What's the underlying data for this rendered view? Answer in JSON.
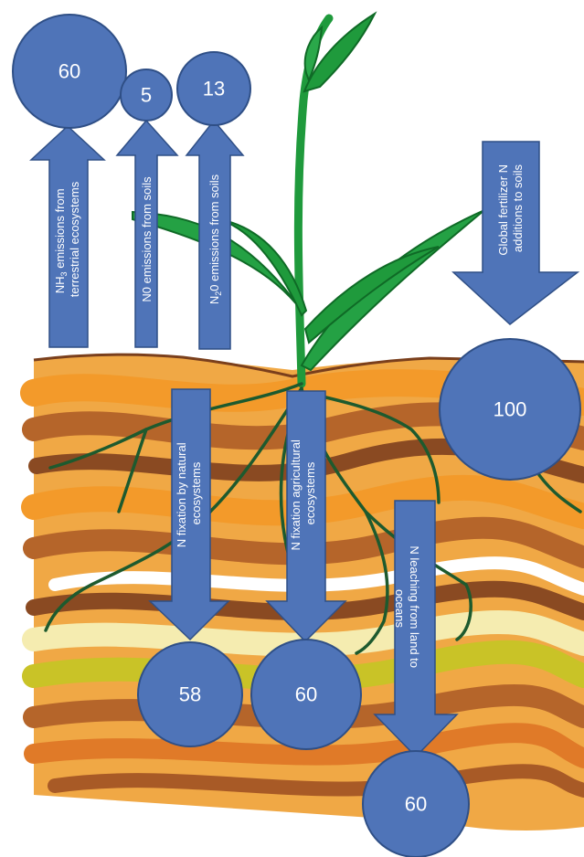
{
  "colors": {
    "shape_fill": "#4f74b8",
    "shape_stroke": "#2f4f86",
    "plant": "#1f9a3c",
    "plant_dark": "#0f6a26",
    "root": "#1d5a2e",
    "soil_brown": "#b5652a",
    "soil_orange": "#f39a2a",
    "soil_dark": "#8a4a22",
    "soil_yellow": "#c9c327",
    "soil_cream": "#f5ecb0"
  },
  "circles": {
    "nh3": "60",
    "no": "5",
    "n2o": "13",
    "fertilizer": "100",
    "natural_fixation": "58",
    "agricultural_fixation": "60",
    "leaching": "60"
  },
  "arrows": {
    "nh3_line1": "NH",
    "nh3_sub": "3",
    "nh3_line1_rest": " emissions from",
    "nh3_line2": "terrestrial ecosystems",
    "no_line1": "N0 emissions from soils",
    "n2o_prefix": "N",
    "n2o_sub": "2",
    "n2o_rest": "0 emissions from soils",
    "fertilizer_line1": "Global fertilizer N",
    "fertilizer_line2": "additions to soils",
    "natural_line1": "N fixation by natural",
    "natural_line2": "ecosystems",
    "agricultural_line1": "N fixation  agricultural",
    "agricultural_line2": "ecosystems",
    "leaching_line1": "N leaching from land to",
    "leaching_line2": "oceans"
  }
}
